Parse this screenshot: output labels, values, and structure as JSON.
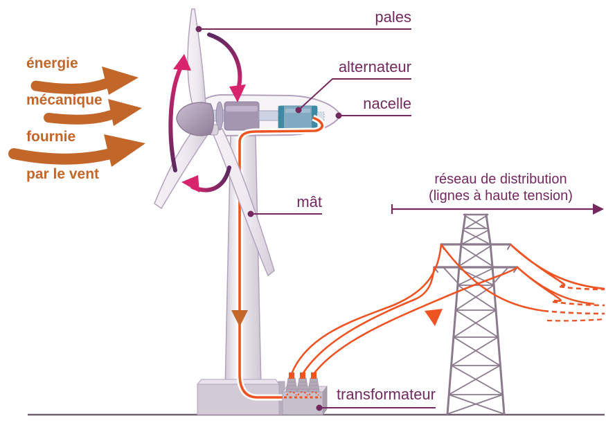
{
  "wind_source": {
    "line1": "énergie",
    "line2": "mécanique",
    "line3": "fournie",
    "line4": "par le vent"
  },
  "labels": {
    "blades": "pales",
    "alternator": "alternateur",
    "nacelle": "nacelle",
    "mast": "mât",
    "transformer": "transformateur",
    "network_line1": "réseau de distribution",
    "network_line2": "(lignes à haute tension)"
  },
  "icons": {
    "wind_arrow": "thick-curved-right-arrow",
    "rotation_arrow": "curved-rotation-arrow",
    "mast_flow_arrow": "triangle-down",
    "cable_flow_arrow": "triangle-down",
    "network_range_arrow": "horizontal-right-arrow"
  },
  "colors": {
    "wind_text_orange": "#c2662a",
    "cable_orange": "#ee5322",
    "rotation_magenta": "#d8246d",
    "rotation_dark_purple": "#5c2960",
    "label_purple": "#74295e",
    "pylon_gray": "#8a7a8c",
    "ground_line": "#70606f",
    "nacelle_fill": "#f7f4f8",
    "structure_outline": "#b3a2bc",
    "gearbox_fill": "#a495b1",
    "alternator_blue": "#82a9c2",
    "alternator_teal": "#3f89a2"
  }
}
